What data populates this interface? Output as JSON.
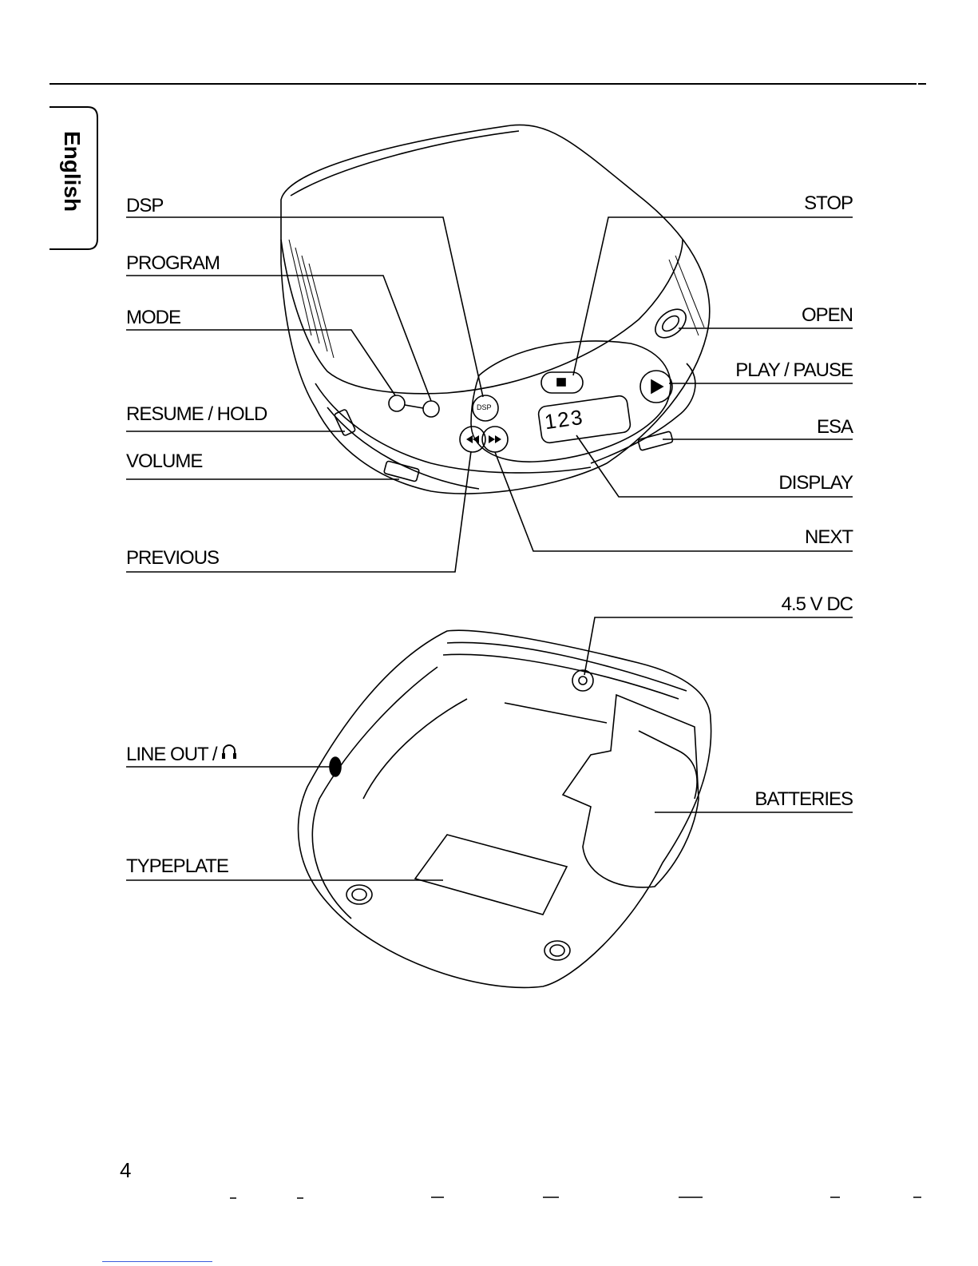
{
  "language_tab": "English",
  "page_number": "4",
  "top_view": {
    "left_labels": [
      "DSP",
      "PROGRAM",
      "MODE",
      "RESUME / HOLD",
      "VOLUME",
      "PREVIOUS"
    ],
    "right_labels": [
      "STOP",
      "OPEN",
      "PLAY / PAUSE",
      "ESA",
      "DISPLAY",
      "NEXT"
    ],
    "buttons": {
      "dsp": "DSP",
      "display_readout": "123"
    }
  },
  "bottom_view": {
    "left_labels": {
      "line_out": "LINE OUT /",
      "typeplate": "TYPEPLATE"
    },
    "right_labels": {
      "dc_in": "4.5 V DC",
      "batteries": "BATTERIES"
    }
  },
  "icons": {
    "headphone": "headphones-icon"
  }
}
